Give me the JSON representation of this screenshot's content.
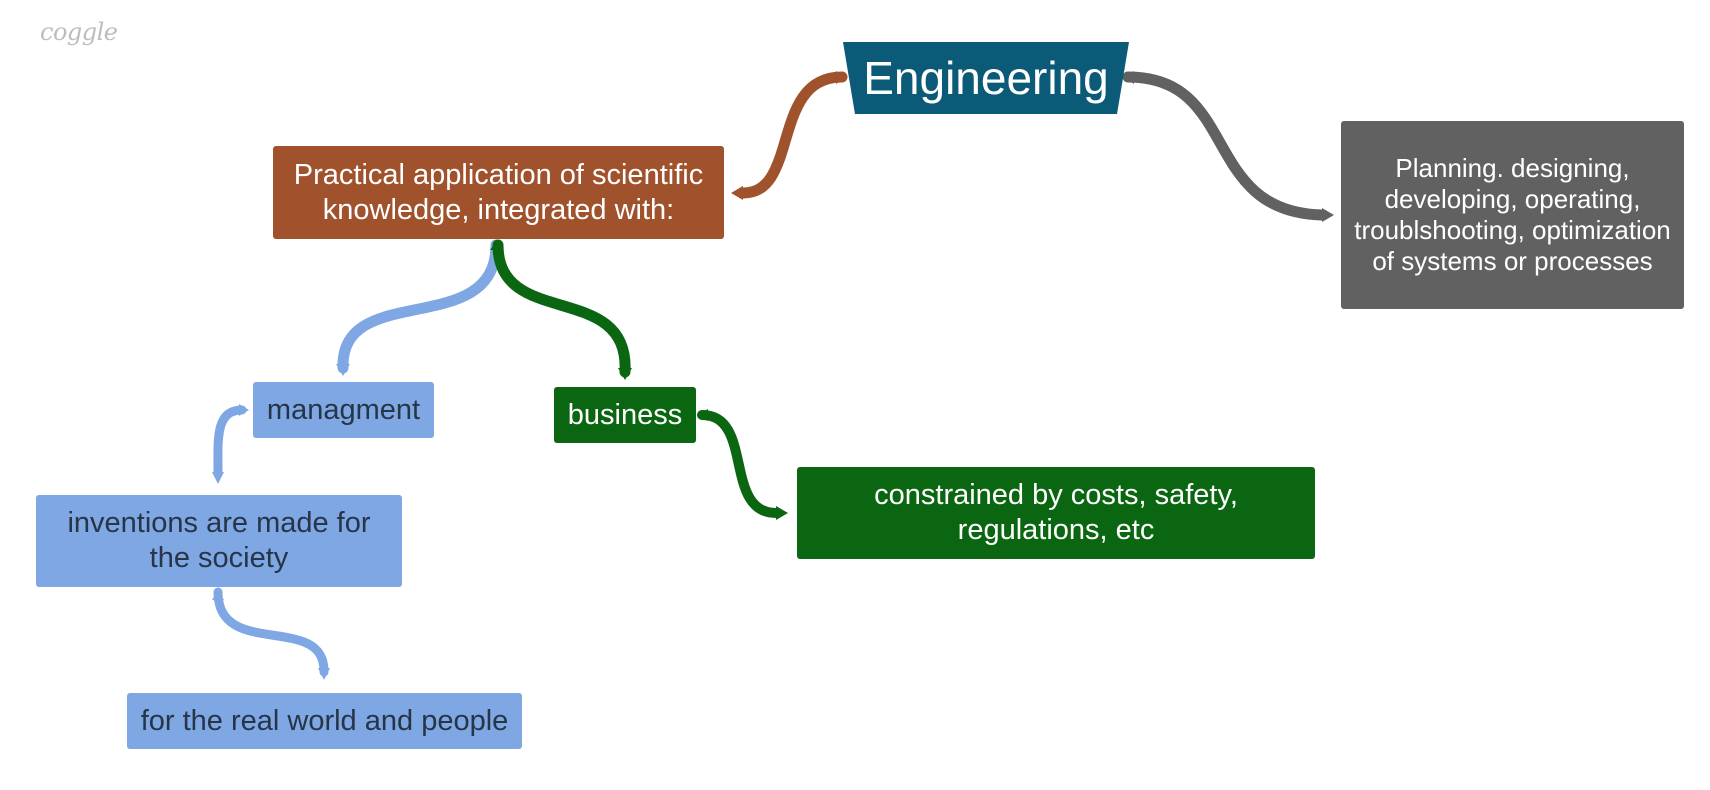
{
  "app": {
    "logo_text": "coggle"
  },
  "colors": {
    "root": "#0b5a78",
    "brown": "#a0522d",
    "gray": "#616161",
    "blue": "#7fa7e3",
    "green": "#0b6611"
  },
  "nodes": {
    "root": "Engineering",
    "practical": "Practical application of scientific knowledge, integrated with:",
    "planning": "Planning. designing, developing, operating, troublshooting, optimization of systems or processes",
    "managment": "managment",
    "business": "business",
    "inventions": "inventions are made for the society",
    "real_world": "for the real world and people",
    "constrained": "constrained by costs, safety, regulations, etc"
  }
}
